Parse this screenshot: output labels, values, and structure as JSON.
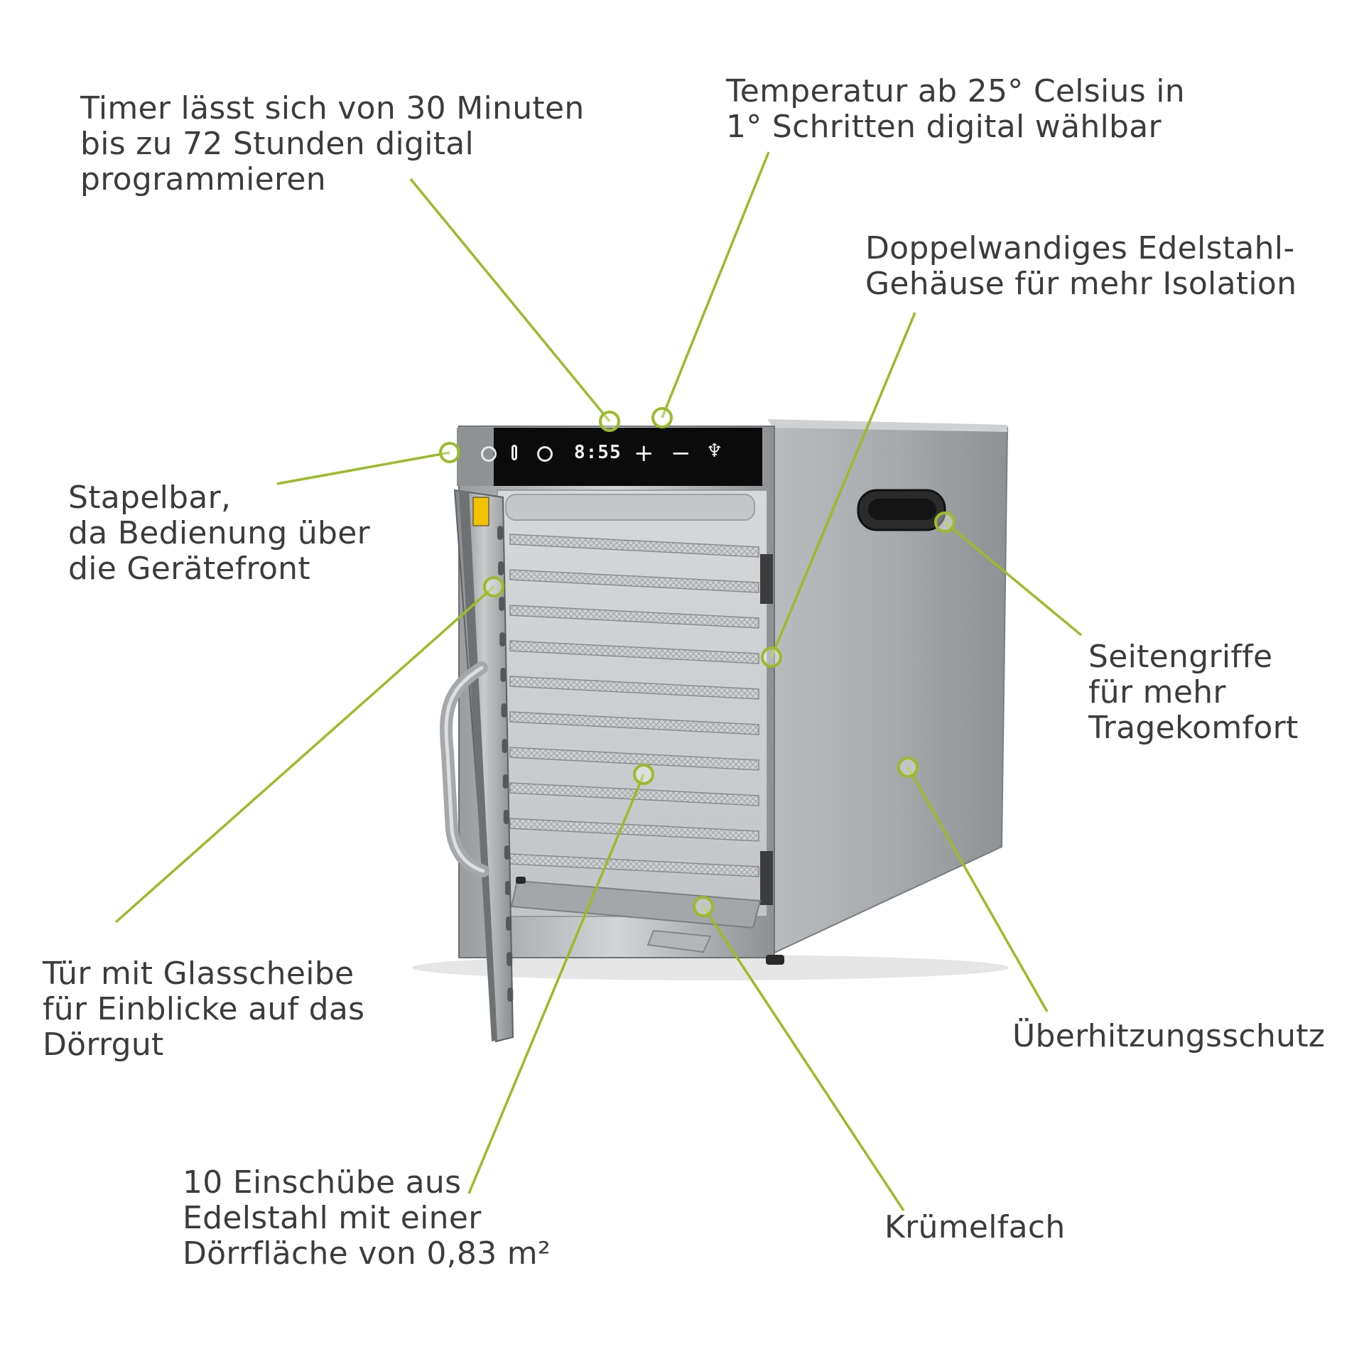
{
  "accent_color": "#9bbb2a",
  "annotations": {
    "timer": {
      "lines": [
        "Timer lässt sich von 30 Minuten",
        "bis zu 72 Stunden digital",
        "programmieren"
      ]
    },
    "temperature": {
      "lines": [
        "Temperatur ab 25° Celsius in",
        "1° Schritten digital wählbar"
      ]
    },
    "housing": {
      "lines": [
        "Doppelwandiges Edelstahl-",
        "Gehäuse für mehr Isolation"
      ]
    },
    "stackable": {
      "lines": [
        "Stapelbar,",
        "da Bedienung über",
        "die Gerätefront"
      ]
    },
    "side_handles": {
      "lines": [
        "Seitengriffe",
        "für mehr",
        "Tragekomfort"
      ]
    },
    "door": {
      "lines": [
        "Tür mit Glasscheibe",
        "für Einblicke auf das",
        "Dörrgut"
      ]
    },
    "overheat": {
      "lines": [
        "Überhitzungsschutz"
      ]
    },
    "trays": {
      "lines": [
        "10 Einschübe aus",
        "Edelstahl mit einer",
        "Dörrfläche von 0,83 m²"
      ]
    },
    "crumb_tray": {
      "lines": [
        "Krümelfach"
      ]
    }
  },
  "control_panel": {
    "display_value": "8:55",
    "icons": [
      "power-icon",
      "thermometer-icon",
      "clock-icon",
      "plus-icon",
      "minus-icon",
      "fan-icon"
    ]
  }
}
